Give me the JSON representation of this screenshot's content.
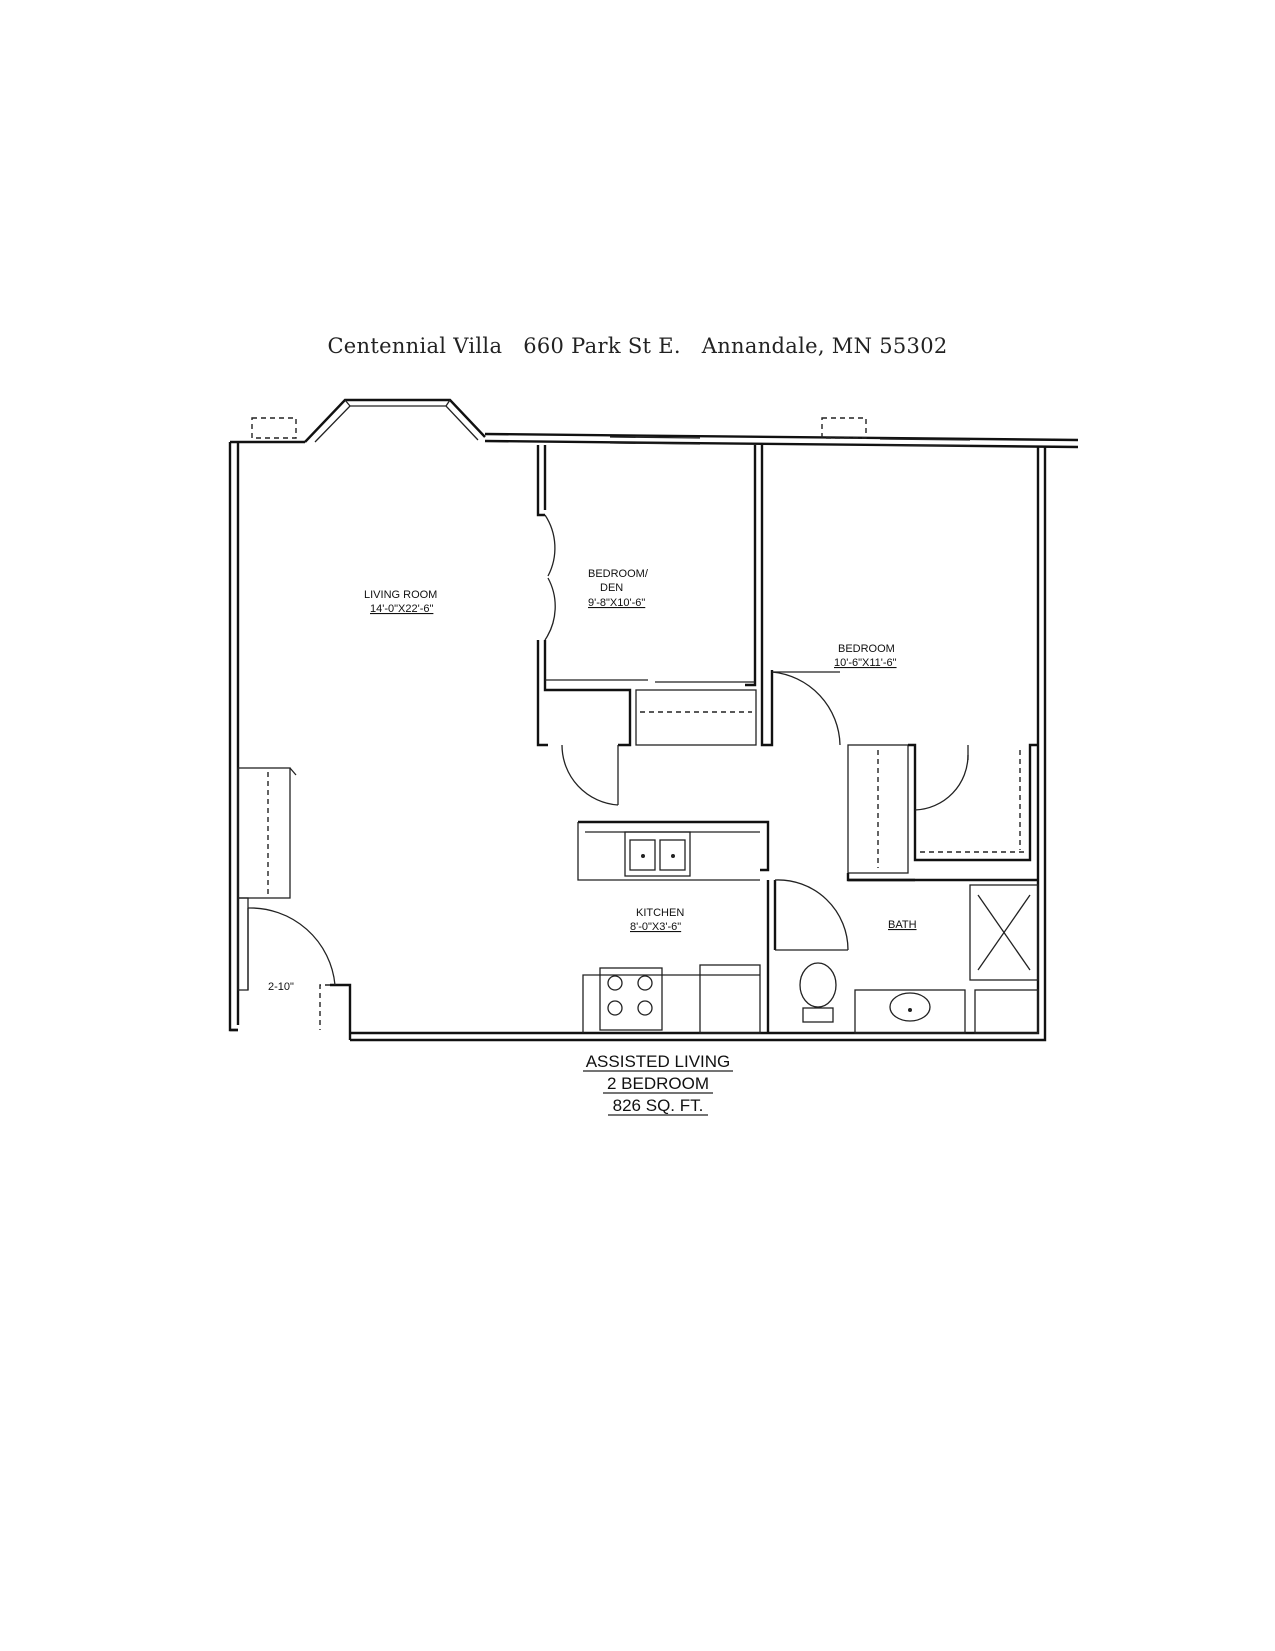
{
  "header": {
    "name": "Centennial Villa",
    "street": "660 Park St E.",
    "city": "Annandale, MN 55302"
  },
  "rooms": {
    "living_room": {
      "name": "LIVING ROOM",
      "size": "14'-0\"X22'-6\""
    },
    "den": {
      "name_line1": "BEDROOM/",
      "name_line2": "DEN",
      "size": "9'-8\"X10'-6\""
    },
    "bedroom": {
      "name": "BEDROOM",
      "size": "10'-6\"X11'-6\""
    },
    "kitchen": {
      "name": "KITCHEN",
      "size": "8'-0\"X3'-6\""
    },
    "bath": {
      "name": "BATH"
    }
  },
  "door_width_label": "2-10\"",
  "caption": {
    "line1": "ASSISTED LIVING",
    "line2": "2 BEDROOM",
    "line3": "826 SQ. FT."
  }
}
